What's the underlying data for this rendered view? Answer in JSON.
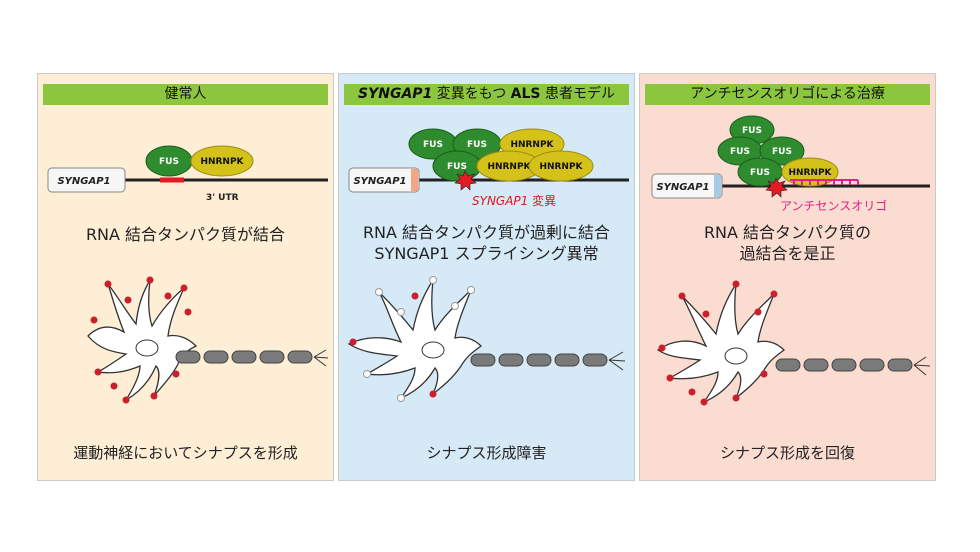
{
  "colors": {
    "panel1_bg": "#fdeed5",
    "panel2_bg": "#d6e9f7",
    "panel3_bg": "#fbdcd1",
    "header_bg": "#8cc63f",
    "fus_green": "#2e8b2e",
    "hnrnpk_yellow": "#d4c21a",
    "mutation_red": "#e31b23",
    "aso_pink": "#e0218a",
    "synapse_red": "#cc1f2e"
  },
  "panels": [
    {
      "header": "健常人",
      "gene_label": "SYNGAP1",
      "fus_label": "FUS",
      "hnrnpk_label": "HNRNPK",
      "utr_label": "3' UTR",
      "description": [
        "RNA 結合タンパク質が結合"
      ],
      "bottom": "運動神経においてシナプスを形成"
    },
    {
      "header_italic": "SYNGAP1",
      "header_rest_1": " 変異をもつ ",
      "header_bold": "ALS",
      "header_rest_2": " 患者モデル",
      "gene_label": "SYNGAP1",
      "fus_labels": [
        "FUS",
        "FUS",
        "FUS"
      ],
      "hnrnpk_labels": [
        "HNRNPK",
        "HNRNPK",
        "HNRNPK"
      ],
      "mutation_italic": "SYNGAP1",
      "mutation_rest": " 変異",
      "description": [
        "RNA 結合タンパク質が過剰に結合",
        "SYNGAP1 スプライシング異常"
      ],
      "bottom": "シナプス形成障害"
    },
    {
      "header": "アンチセンスオリゴによる治療",
      "gene_label": "SYNGAP1",
      "fus_labels": [
        "FUS",
        "FUS",
        "FUS",
        "FUS"
      ],
      "hnrnpk_label": "HNRNPK",
      "aso_label": "アンチセンスオリゴ",
      "description": [
        "RNA 結合タンパク質の",
        "過結合を是正"
      ],
      "bottom": "シナプス形成を回復"
    }
  ]
}
